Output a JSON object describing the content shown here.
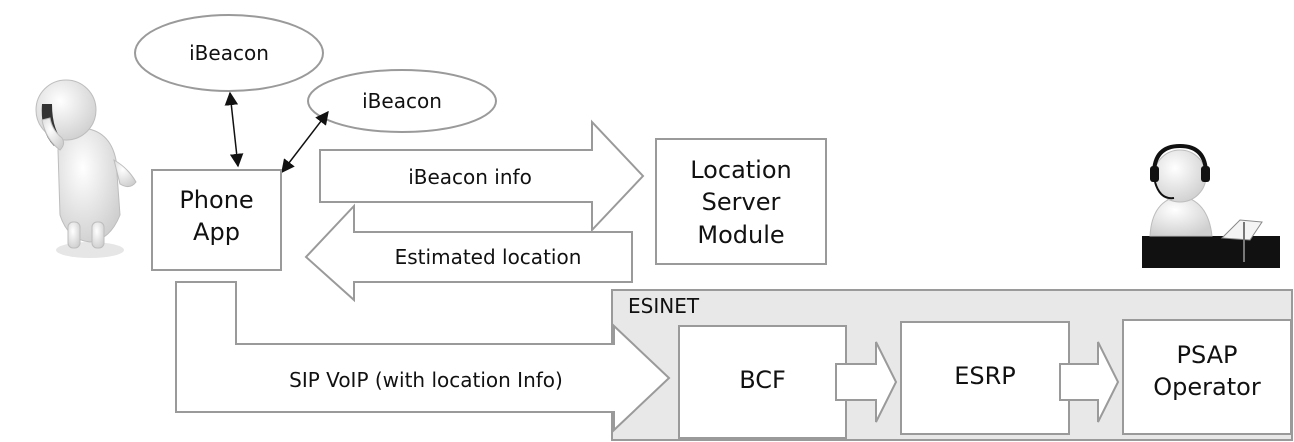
{
  "diagram": {
    "nodes": {
      "ibeacon_1": "iBeacon",
      "ibeacon_2": "iBeacon",
      "phone_app": "Phone\nApp",
      "location_server": "Location\nServer\nModule",
      "bcf": "BCF",
      "esrp": "ESRP",
      "psap": "PSAP\nOperator"
    },
    "arrows": {
      "ibeacon_info": "iBeacon info",
      "estimated_location": "Estimated location",
      "sip_voip": "SIP VoIP (with location Info)"
    },
    "regions": {
      "esinet": "ESINET"
    },
    "colors": {
      "stroke": "#9a9a9a",
      "esinet_fill": "#e8e8e8",
      "text": "#111111"
    }
  }
}
